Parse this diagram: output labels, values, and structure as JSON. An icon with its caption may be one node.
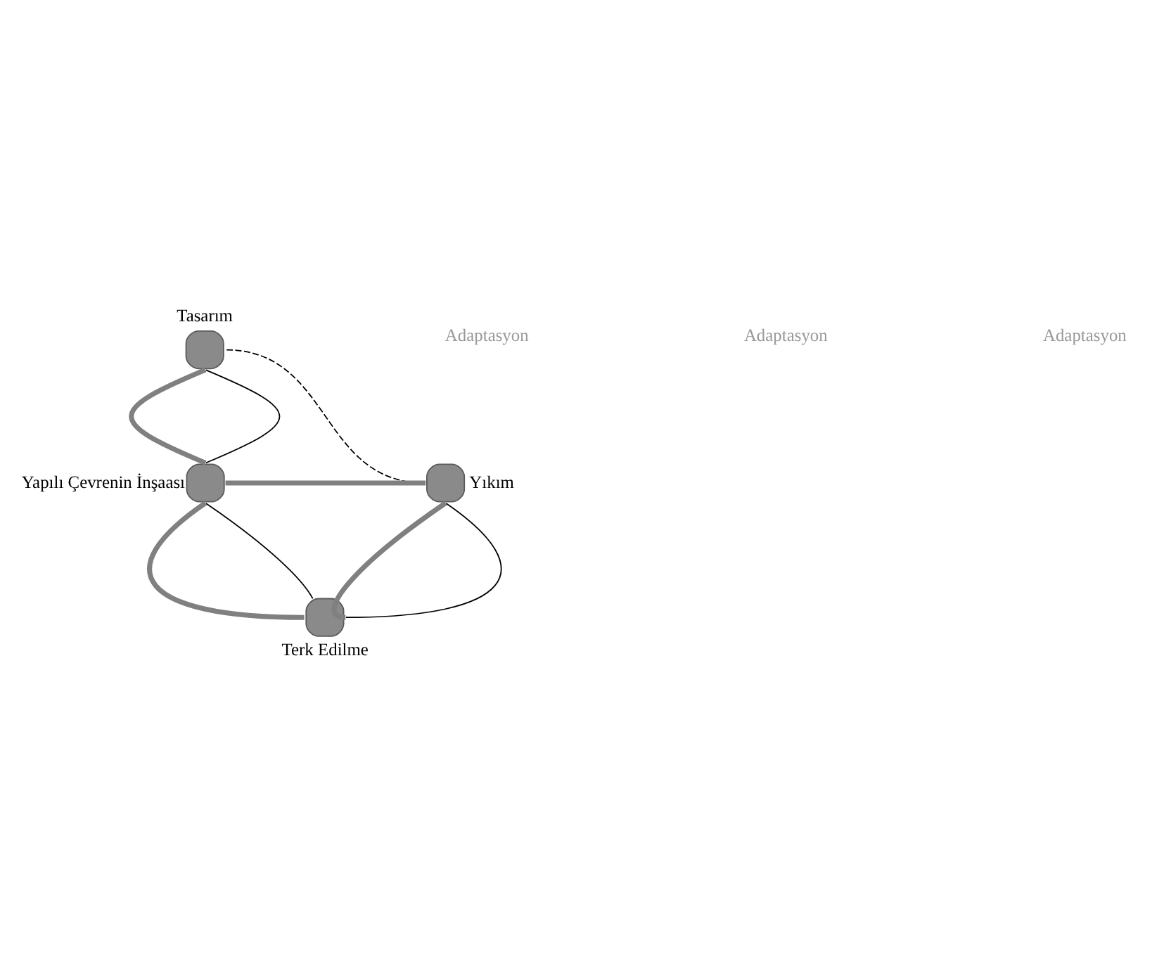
{
  "diagram": {
    "nodes": [
      {
        "text": [
          "Tasarım"
        ]
      },
      {
        "text": [
          "Yıkım"
        ]
      },
      {
        "text": [
          "Yapılı Çevrenin İnşaası"
        ]
      },
      {
        "text": [
          "Terk Edilme"
        ]
      }
    ],
    "edges": [
      {
        "from": 0,
        "to": 2,
        "arrow": "none",
        "style": "thick",
        "color": "#808080"
      },
      {
        "from": 2,
        "to": 1,
        "arrow": "none",
        "style": "thick",
        "color": "#808080"
      },
      {
        "from": 2,
        "to": 3,
        "arrow": "none",
        "style": "thick",
        "color": "#808080"
      },
      {
        "from": 3,
        "to": 1,
        "arrow": "none",
        "style": "thick",
        "color": "#808080"
      },
      {
        "from": 0,
        "to": 2,
        "arrow": "none",
        "color": "#000000"
      },
      {
        "from": 2,
        "to": 3,
        "arrow": "none",
        "color": "#000000"
      },
      {
        "from": 3,
        "to": 1,
        "arrow": "none",
        "color": "#000000"
      },
      {
        "from": 1,
        "to": 0,
        "arrow": "none",
        "style": "dashed",
        "color": "#000000"
      }
    ],
    "labels": [
      "Adaptasyon",
      "Adaptasyon",
      "Adaptasyon"
    ]
  }
}
